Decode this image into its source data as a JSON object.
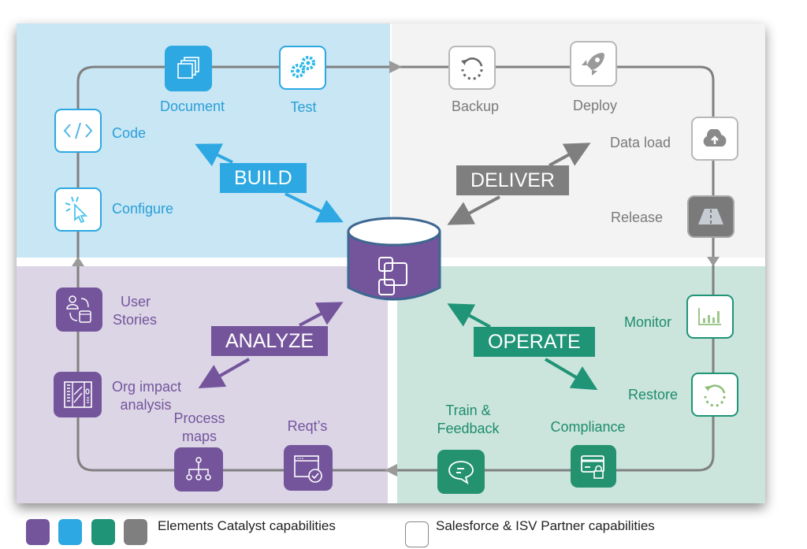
{
  "diagram": {
    "center": {
      "icon": "database-flow-icon"
    },
    "colors": {
      "build": "#2da8e2",
      "deliver": "#7f7f7f",
      "analyze": "#74559c",
      "operate": "#1f9476",
      "line": "#808080"
    },
    "phases": {
      "build": {
        "label": "BUILD"
      },
      "deliver": {
        "label": "DELIVER"
      },
      "analyze": {
        "label": "ANALYZE"
      },
      "operate": {
        "label": "OPERATE"
      }
    },
    "steps": {
      "document": {
        "label": "Document",
        "icon": "copy-stack-icon"
      },
      "test": {
        "label": "Test",
        "icon": "gears-icon"
      },
      "code": {
        "label": "Code",
        "icon": "code-icon"
      },
      "configure": {
        "label": "Configure",
        "icon": "click-cursor-icon"
      },
      "backup": {
        "label": "Backup",
        "icon": "refresh-dashed-icon"
      },
      "deploy": {
        "label": "Deploy",
        "icon": "rocket-icon"
      },
      "data_load": {
        "label": "Data load",
        "icon": "cloud-upload-icon"
      },
      "release": {
        "label": "Release",
        "icon": "road-icon"
      },
      "monitor": {
        "label": "Monitor",
        "icon": "bar-chart-icon"
      },
      "restore": {
        "label": "Restore",
        "icon": "refresh-dashed-icon"
      },
      "compliance": {
        "label": "Compliance",
        "icon": "credit-card-lock-icon"
      },
      "train_feedback": {
        "line1": "Train &",
        "line2": "Feedback",
        "icon": "chat-bubble-icon"
      },
      "reqts": {
        "label": "Reqt’s",
        "icon": "browser-check-icon"
      },
      "process_maps": {
        "line1": "Process",
        "line2": "maps",
        "icon": "org-tree-icon"
      },
      "org_impact": {
        "line1": "Org impact",
        "line2": "analysis",
        "icon": "dashboard-panel-icon"
      },
      "user_stories": {
        "line1": "User",
        "line2": "Stories",
        "icon": "user-cycle-icon"
      }
    }
  },
  "legend": {
    "elements_label": "Elements Catalyst capabilities",
    "partner_label": "Salesforce & ISV Partner capabilities",
    "swatches": [
      "#74559c",
      "#2da8e2",
      "#1f9476",
      "#7f7f7f"
    ]
  }
}
